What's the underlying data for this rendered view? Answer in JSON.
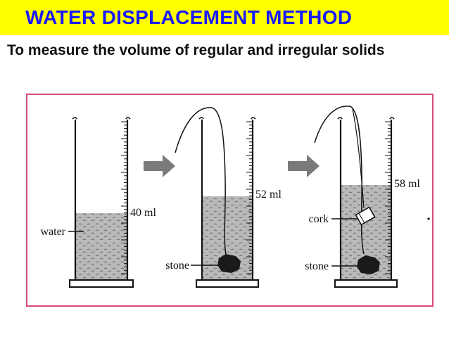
{
  "slide": {
    "title": "WATER DISPLACEMENT METHOD",
    "subtitle": "To measure the volume of regular and irregular solids"
  },
  "colors": {
    "title_bar": "#ffff00",
    "title_text": "#1a1aff",
    "frame_border": "#d84a7a",
    "water": "#b9b9b9",
    "arrow": "#7a7a7a"
  },
  "diagram": {
    "cylinders": [
      {
        "reading": "40 ml",
        "level_ml": 40,
        "labels": [
          "water"
        ],
        "contents": []
      },
      {
        "reading": "52 ml",
        "level_ml": 52,
        "labels": [
          "stone"
        ],
        "contents": [
          "stone"
        ]
      },
      {
        "reading": "58 ml",
        "level_ml": 58,
        "labels": [
          "cork",
          "stone"
        ],
        "contents": [
          "stone",
          "cork"
        ]
      }
    ]
  }
}
